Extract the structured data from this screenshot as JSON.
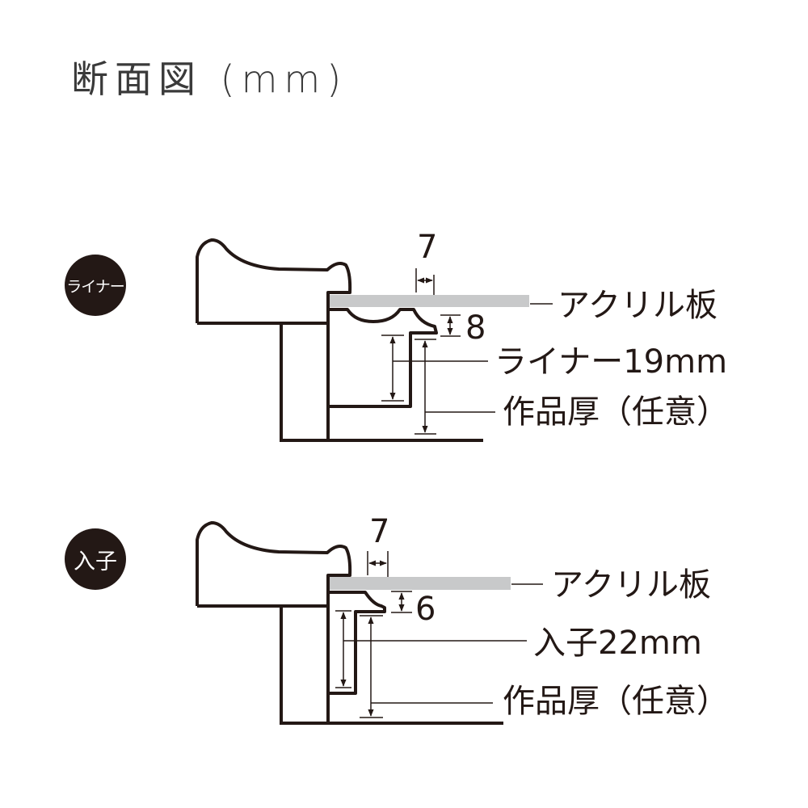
{
  "title": "断面図 (mm)",
  "colors": {
    "line": "#231815",
    "acrylic": "#c8c9ca",
    "badge_bg": "#231815"
  },
  "sections": [
    {
      "badge": "ライナー",
      "dims": {
        "width": "7",
        "lip": "8"
      },
      "labels": {
        "acrylic": "アクリル板",
        "insert": "ライナー19mm",
        "artwork": "作品厚（任意）"
      }
    },
    {
      "badge": "入子",
      "dims": {
        "width": "7",
        "lip": "6"
      },
      "labels": {
        "acrylic": "アクリル板",
        "insert": "入子22mm",
        "artwork": "作品厚（任意）"
      }
    }
  ]
}
